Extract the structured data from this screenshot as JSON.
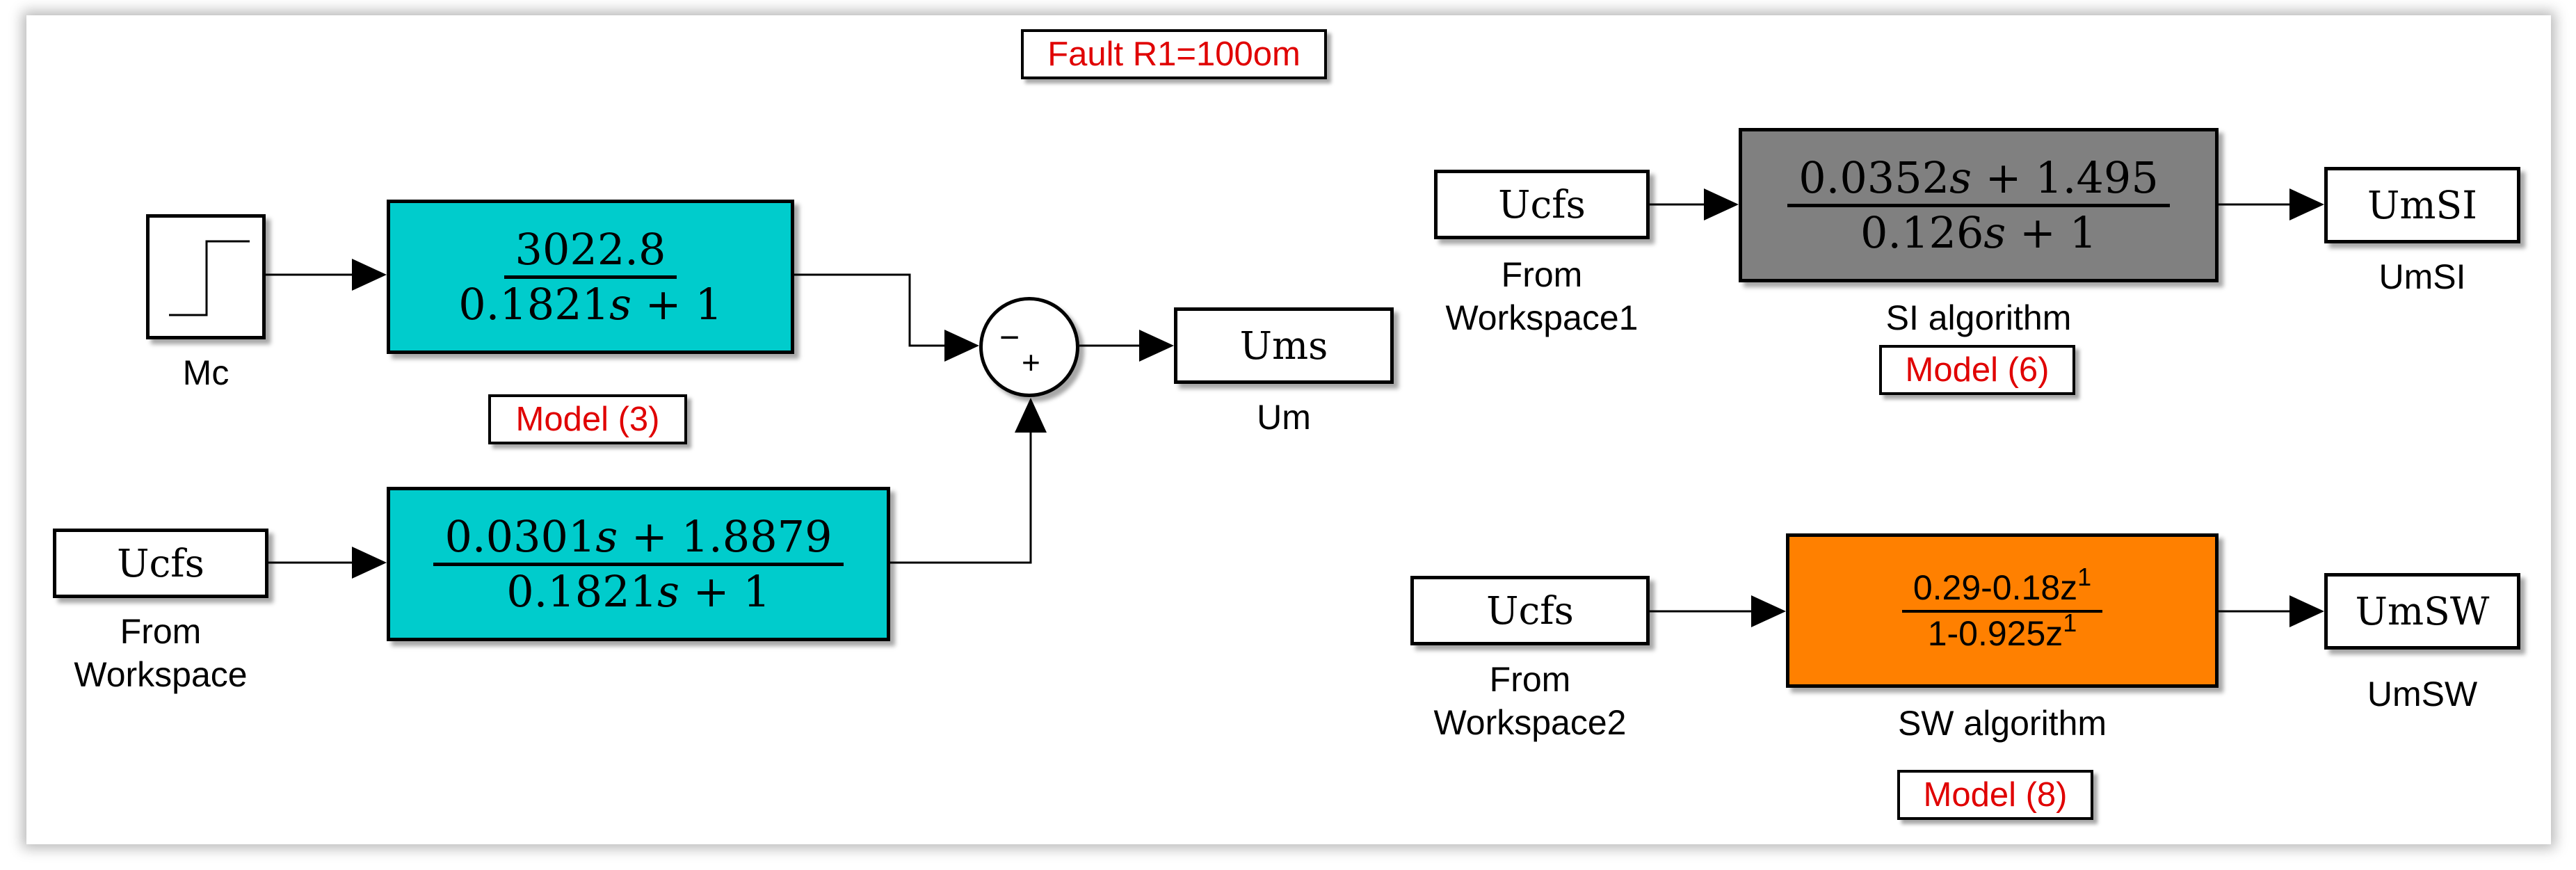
{
  "annotations": {
    "fault": "Fault R1=100om",
    "model3": "Model (3)",
    "model6": "Model (6)",
    "model8": "Model (8)"
  },
  "blocks": {
    "step": {
      "label": "Mc"
    },
    "tf_mc": {
      "num": "3022.8",
      "den": "0.1821𝑠 + 1"
    },
    "from_ws": {
      "text": "Ucfs",
      "label_line1": "From",
      "label_line2": "Workspace"
    },
    "tf_ucfs": {
      "num": "0.0301𝑠 + 1.8879",
      "den": "0.1821𝑠 + 1"
    },
    "sum": {
      "minus": "−",
      "plus": "+"
    },
    "ums": {
      "text": "Ums",
      "label": "Um"
    },
    "from_ws1": {
      "text": "Ucfs",
      "label_line1": "From",
      "label_line2": "Workspace1"
    },
    "si": {
      "num": "0.0352𝑠 + 1.495",
      "den": "0.126𝑠 + 1",
      "label": "SI algorithm"
    },
    "umsi": {
      "text": "UmSI",
      "label": "UmSI"
    },
    "from_ws2": {
      "text": "Ucfs",
      "label_line1": "From",
      "label_line2": "Workspace2"
    },
    "sw": {
      "num_base": "0.29-0.18z",
      "num_exp": "1",
      "den_base": "1-0.925z",
      "den_exp": "1",
      "label": "SW algorithm"
    },
    "umsw": {
      "text": "UmSW",
      "label": "UmSW"
    }
  },
  "colors": {
    "cyan_block": "#00cccc",
    "gray_block": "#808080",
    "orange_block": "#ff8000",
    "annotation_text": "#e00000"
  }
}
